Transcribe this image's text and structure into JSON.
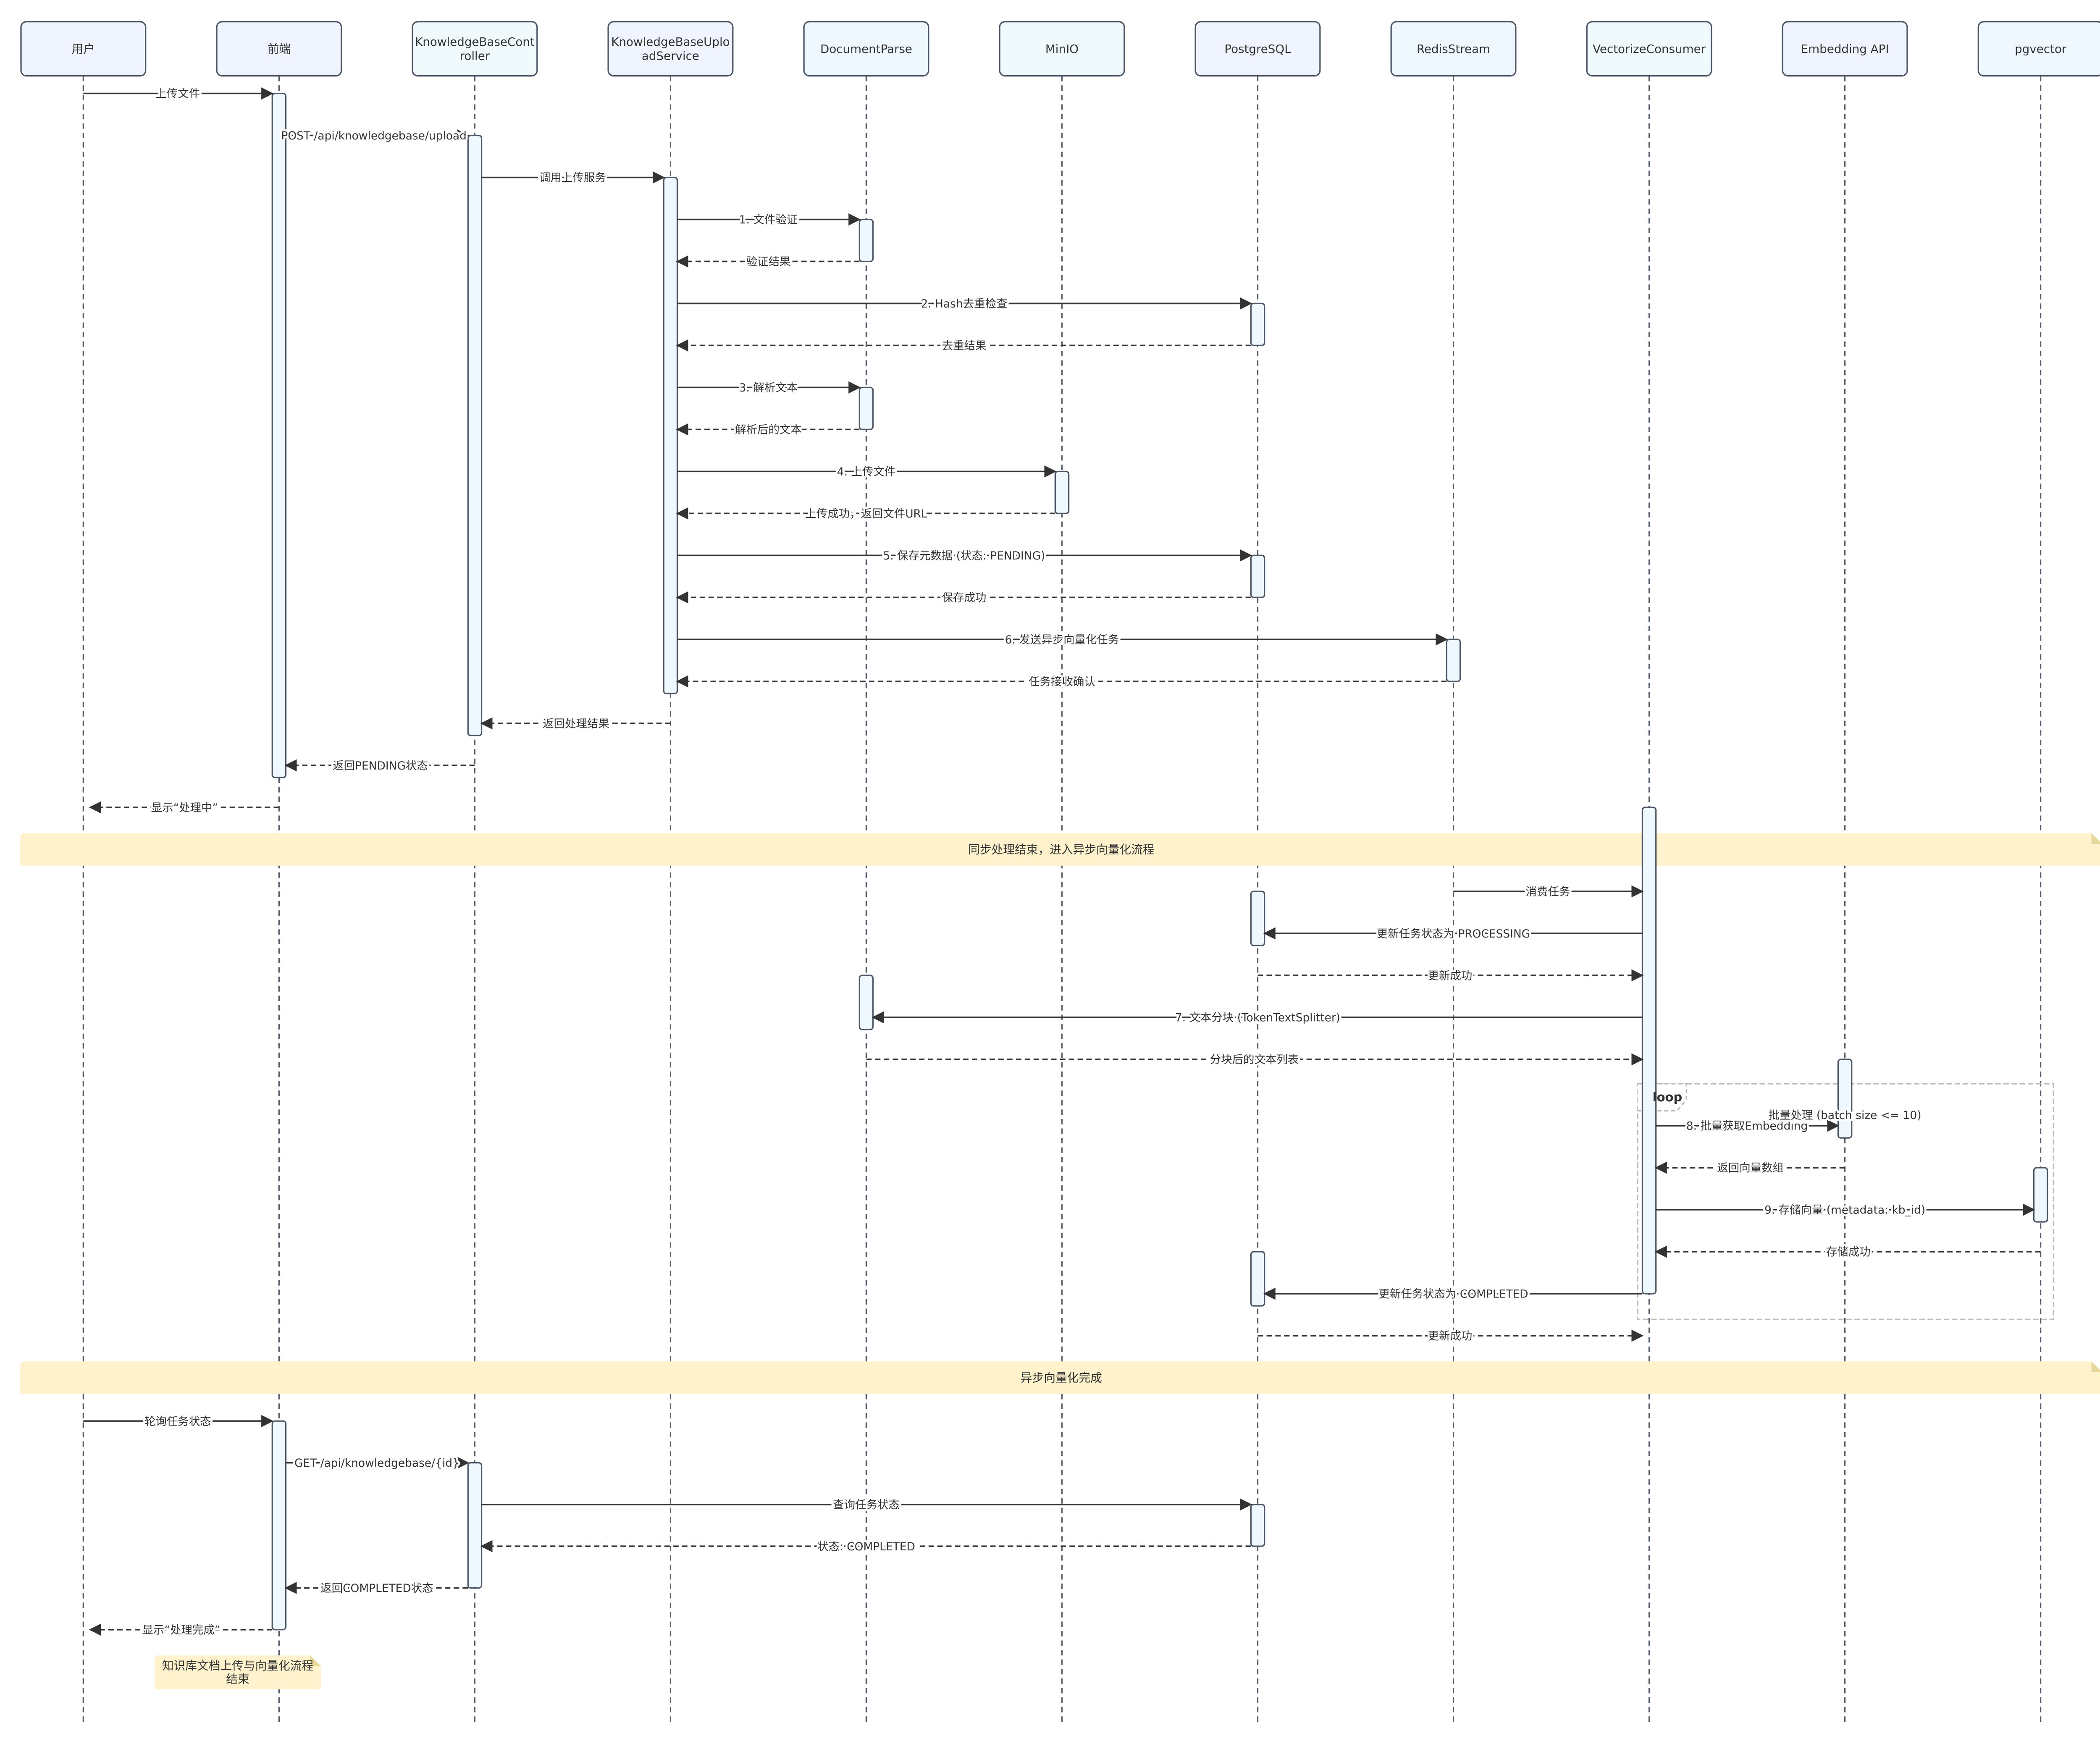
{
  "participants": [
    {
      "id": "user",
      "label": [
        "用户"
      ],
      "fill": "#f0f4ff"
    },
    {
      "id": "frontend",
      "label": [
        "前端"
      ],
      "fill": "#f0f4ff"
    },
    {
      "id": "controller",
      "label": [
        "KnowledgeBaseCont",
        "roller"
      ],
      "fill": "#f0fafc"
    },
    {
      "id": "upload-service",
      "label": [
        "KnowledgeBaseUplo",
        "adService"
      ],
      "fill": "#f0f4ff"
    },
    {
      "id": "document-parse",
      "label": [
        "DocumentParse"
      ],
      "fill": "#f0f8ff"
    },
    {
      "id": "minio",
      "label": [
        "MinIO"
      ],
      "fill": "#f0fafc"
    },
    {
      "id": "postgresql",
      "label": [
        "PostgreSQL"
      ],
      "fill": "#f0f4ff"
    },
    {
      "id": "redis-stream",
      "label": [
        "RedisStream"
      ],
      "fill": "#f0f8ff"
    },
    {
      "id": "vectorize-consumer",
      "label": [
        "VectorizeConsumer"
      ],
      "fill": "#f0fafc"
    },
    {
      "id": "embedding-api",
      "label": [
        "Embedding API"
      ],
      "fill": "#f0f4ff"
    },
    {
      "id": "pgvector",
      "label": [
        "pgvector"
      ],
      "fill": "#f0f8ff"
    }
  ],
  "activations": [
    {
      "p": 1,
      "from": 0,
      "to": 16
    },
    {
      "p": 1,
      "from": 29,
      "to": 34
    },
    {
      "p": 2,
      "from": 1,
      "to": 15
    },
    {
      "p": 2,
      "from": 30,
      "to": 33
    },
    {
      "p": 3,
      "from": 2,
      "to": 14
    },
    {
      "p": 4,
      "from": 3,
      "to": 4
    },
    {
      "p": 4,
      "from": 7,
      "to": 8
    },
    {
      "p": 4,
      "from": 20,
      "to": 21
    },
    {
      "p": 6,
      "from": 5,
      "to": 6
    },
    {
      "p": 6,
      "from": 11,
      "to": 12
    },
    {
      "p": 6,
      "from": 18,
      "to": 19
    },
    {
      "p": 6,
      "from": 26,
      "to": 27
    },
    {
      "p": 6,
      "from": 31,
      "to": 32
    },
    {
      "p": 5,
      "from": 9,
      "to": 10
    },
    {
      "p": 7,
      "from": 13,
      "to": 14
    },
    {
      "p": 8,
      "from": 17,
      "to": 27
    },
    {
      "p": 9,
      "from": 22,
      "to": 23
    },
    {
      "p": 10,
      "from": 24,
      "to": 25
    }
  ],
  "messages": [
    {
      "from": 0,
      "to": 1,
      "label": "上传文件",
      "dashed": false
    },
    {
      "from": 1,
      "to": 2,
      "label": "POST /api/knowledgebase/upload",
      "dashed": false
    },
    {
      "from": 2,
      "to": 3,
      "label": "调用上传服务",
      "dashed": false
    },
    {
      "from": 3,
      "to": 4,
      "label": "1. 文件验证",
      "dashed": false
    },
    {
      "from": 4,
      "to": 3,
      "label": "验证结果",
      "dashed": true
    },
    {
      "from": 3,
      "to": 6,
      "label": "2. Hash去重检查",
      "dashed": false
    },
    {
      "from": 6,
      "to": 3,
      "label": "去重结果",
      "dashed": true
    },
    {
      "from": 3,
      "to": 4,
      "label": "3. 解析文本",
      "dashed": false
    },
    {
      "from": 4,
      "to": 3,
      "label": "解析后的文本",
      "dashed": true
    },
    {
      "from": 3,
      "to": 5,
      "label": "4. 上传文件",
      "dashed": false
    },
    {
      "from": 5,
      "to": 3,
      "label": "上传成功，返回文件URL",
      "dashed": true
    },
    {
      "from": 3,
      "to": 6,
      "label": "5. 保存元数据 (状态: PENDING)",
      "dashed": false
    },
    {
      "from": 6,
      "to": 3,
      "label": "保存成功",
      "dashed": true
    },
    {
      "from": 3,
      "to": 7,
      "label": "6. 发送异步向量化任务",
      "dashed": false
    },
    {
      "from": 7,
      "to": 3,
      "label": "任务接收确认",
      "dashed": true
    },
    {
      "from": 3,
      "to": 2,
      "label": "返回处理结果",
      "dashed": true
    },
    {
      "from": 2,
      "to": 1,
      "label": "返回PENDING状态",
      "dashed": true
    },
    {
      "from": 1,
      "to": 0,
      "label": "显示“处理中”",
      "dashed": true
    },
    {
      "from": 7,
      "to": 8,
      "label": "消费任务",
      "dashed": false
    },
    {
      "from": 8,
      "to": 6,
      "label": "更新任务状态为 PROCESSING",
      "dashed": false
    },
    {
      "from": 6,
      "to": 8,
      "label": "更新成功",
      "dashed": true
    },
    {
      "from": 8,
      "to": 4,
      "label": "7. 文本分块 (TokenTextSplitter)",
      "dashed": false
    },
    {
      "from": 4,
      "to": 8,
      "label": "分块后的文本列表",
      "dashed": true
    },
    {
      "from": 8,
      "to": 9,
      "label": "8. 批量获取Embedding",
      "dashed": false
    },
    {
      "from": 9,
      "to": 8,
      "label": "返回向量数组",
      "dashed": true
    },
    {
      "from": 8,
      "to": 10,
      "label": "9. 存储向量 (metadata: kb_id)",
      "dashed": false
    },
    {
      "from": 10,
      "to": 8,
      "label": "存储成功",
      "dashed": true
    },
    {
      "from": 8,
      "to": 6,
      "label": "更新任务状态为 COMPLETED",
      "dashed": false
    },
    {
      "from": 6,
      "to": 8,
      "label": "更新成功",
      "dashed": true
    },
    {
      "from": 0,
      "to": 1,
      "label": "轮询任务状态",
      "dashed": false
    },
    {
      "from": 1,
      "to": 2,
      "label": "GET /api/knowledgebase/{id}",
      "dashed": false
    },
    {
      "from": 2,
      "to": 6,
      "label": "查询任务状态",
      "dashed": false
    },
    {
      "from": 6,
      "to": 2,
      "label": "状态: COMPLETED",
      "dashed": true
    },
    {
      "from": 2,
      "to": 1,
      "label": "返回COMPLETED状态",
      "dashed": true
    },
    {
      "from": 1,
      "to": 0,
      "label": "显示“处理完成”",
      "dashed": true
    }
  ],
  "notes": [
    {
      "after": 16,
      "label": [
        "同步处理结束，进入异步向量化流程"
      ],
      "span": "all"
    },
    {
      "after": 27,
      "label": [
        "异步向量化完成"
      ],
      "span": "all"
    },
    {
      "after": 34,
      "label": [
        "知识库文档上传与向量化流程",
        "结束"
      ],
      "span": "frontend"
    }
  ],
  "loop": {
    "label": "loop",
    "condition": "批量处理 (batch size <= 10)",
    "from": 23,
    "to": 28
  },
  "colors": {
    "line": "#333333",
    "lifeline": "#555f6b",
    "actorBorder": "#4b5563",
    "noteFill": "#fff2cc",
    "noteFold": "#e8d79a",
    "loopBorder": "#bbbbbb",
    "activationFill": "#f0f8ff"
  }
}
